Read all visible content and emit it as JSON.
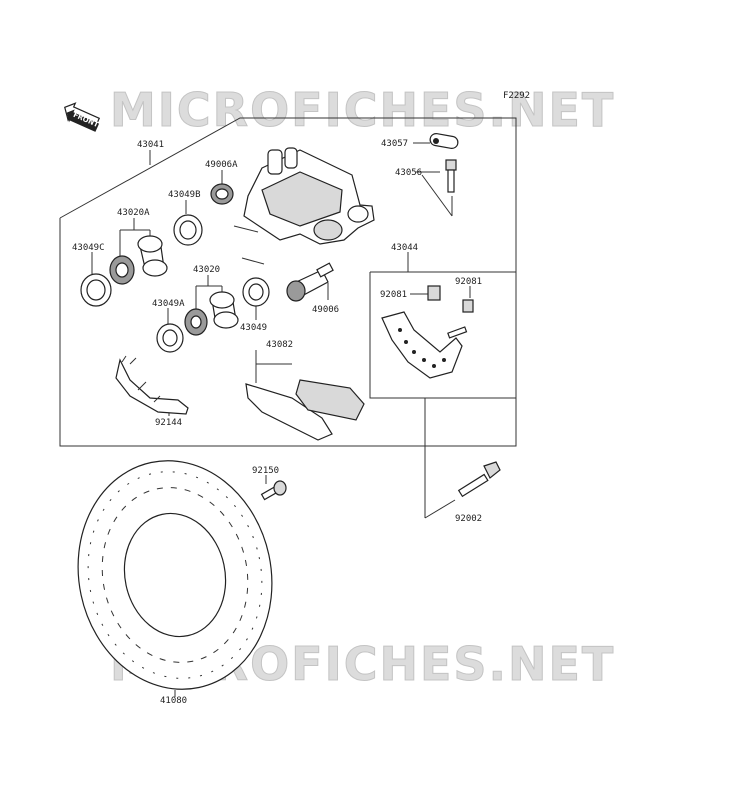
{
  "figure_code": "F2292",
  "front_label": "FRONT",
  "watermark": "MICROFICHES.NET",
  "parts": {
    "p43041": "43041",
    "p43057": "43057",
    "p43056": "43056",
    "p49006A": "49006A",
    "p43049B": "43049B",
    "p43020A": "43020A",
    "p43049C": "43049C",
    "p43020": "43020",
    "p43049A": "43049A",
    "p43049": "43049",
    "p49006": "49006",
    "p43044": "43044",
    "p92081a": "92081",
    "p92081b": "92081",
    "p43082": "43082",
    "p92144": "92144",
    "p92150": "92150",
    "p92002": "92002",
    "p41080": "41080"
  }
}
